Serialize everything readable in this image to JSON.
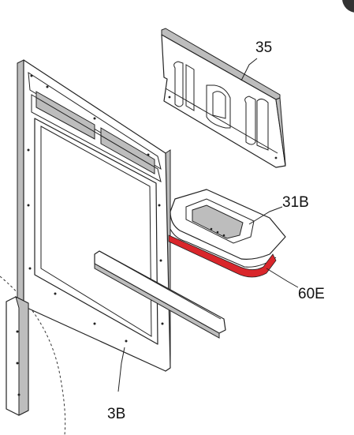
{
  "diagram": {
    "callouts": [
      {
        "id": "35",
        "label": "35"
      },
      {
        "id": "31B",
        "label": "31B"
      },
      {
        "id": "60E",
        "label": "60E"
      },
      {
        "id": "3B",
        "label": "3B"
      }
    ],
    "colors": {
      "gasket": "#d9262b",
      "line": "#222222",
      "shade": "#bdbdbd",
      "corner_badge": "#333333"
    },
    "icons": [
      "corner-badge-icon"
    ]
  }
}
